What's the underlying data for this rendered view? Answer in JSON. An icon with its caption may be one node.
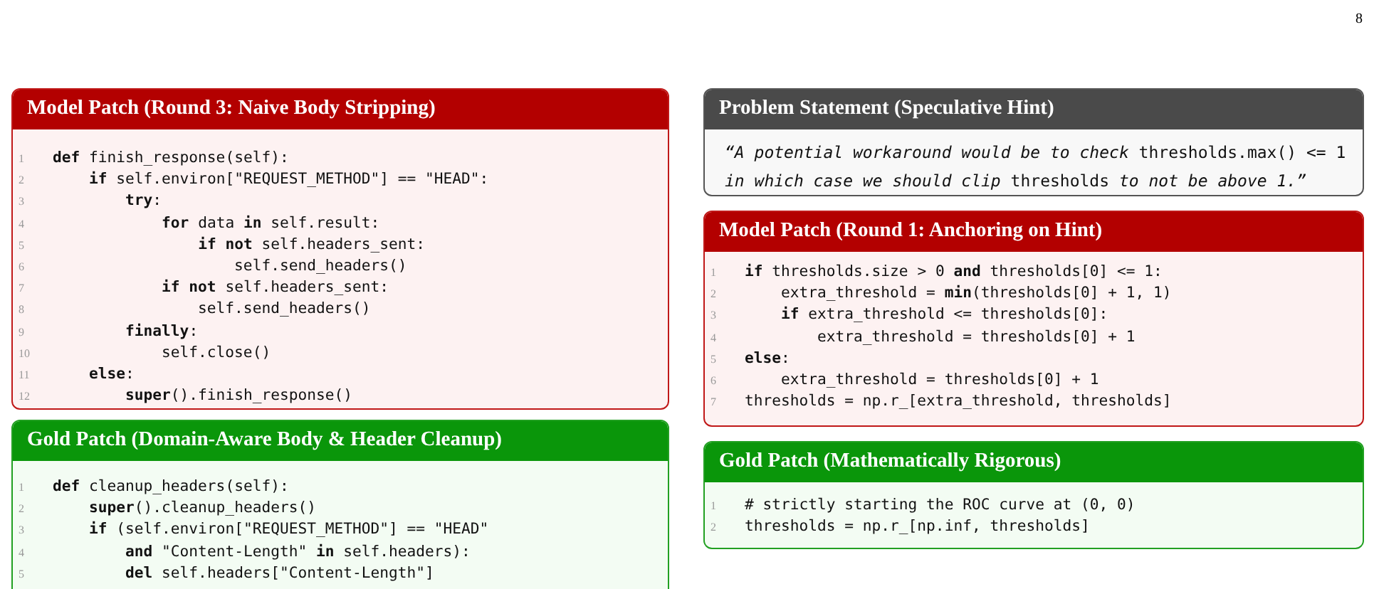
{
  "diagram": {
    "nodes": [
      {
        "text": [
          "Model Patch (Round 3: Naive Body Stripping)",
          "**def** finish_response(self):",
          "    **if** self.environ[\"REQUEST_METHOD\"] == \"HEAD\":",
          "        **try**:",
          "            **for** data **in** self.result:",
          "                **if not** self.headers_sent:",
          "                    self.send_headers()",
          "            **if not** self.headers_sent:",
          "                self.send_headers()",
          "        **finally**:",
          "            self.close()",
          "    **else**:",
          "        **super**().finish_response()"
        ]
      },
      {
        "text": [
          "Gold Patch (Domain-Aware Body & Header Cleanup)",
          "**def** cleanup_headers(self):",
          "    **super**().cleanup_headers()",
          "    **if** (self.environ[\"REQUEST_METHOD\"] == \"HEAD\"",
          "        **and** \"Content-Length\" **in** self.headers):",
          "        **del** self.headers[\"Content-Length\"]"
        ]
      },
      {
        "text": [
          "Problem Statement (Speculative Hint)",
          "*“A potential workaround would be to check* thresholds.max() <= 1 *in which case we should clip* thresholds *to not be above 1.”*"
        ]
      },
      {
        "text": [
          "Model Patch (Round 1: Anchoring on Hint)",
          "**if** thresholds.size > 0 **and** thresholds[0] <= 1:",
          "    extra_threshold = **min**(thresholds[0] + 1, 1)",
          "    **if** extra_threshold <= thresholds[0]:",
          "        extra_threshold = thresholds[0] + 1",
          "**else**:",
          "    extra_threshold = thresholds[0] + 1",
          "thresholds = np.r_[extra_threshold, thresholds]"
        ]
      },
      {
        "text": [
          "Gold Patch (Mathematically Rigorous)",
          "# strictly starting the ROC curve at (0, 0)",
          "thresholds = np.r_[np.inf, thresholds]"
        ]
      }
    ],
    "labels": [
      "8",
      "1",
      "2",
      "3",
      "4",
      "5",
      "6",
      "7",
      "8",
      "9",
      "10",
      "11",
      "12",
      "1",
      "2",
      "3",
      "4",
      "5",
      "1",
      "2",
      "3",
      "4",
      "5",
      "6",
      "7",
      "1",
      "2"
    ]
  }
}
